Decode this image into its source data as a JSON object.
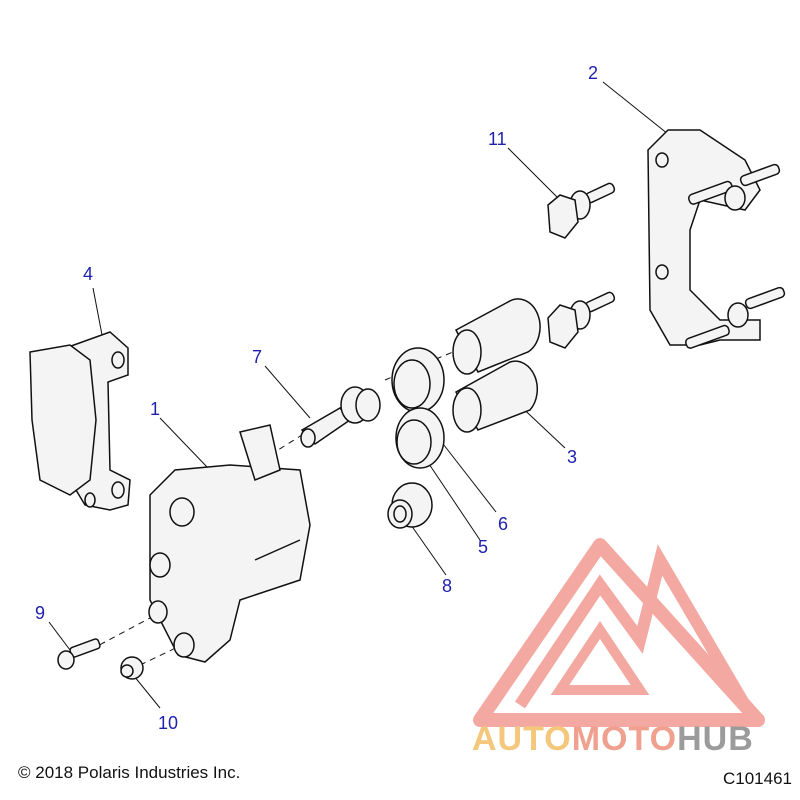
{
  "callouts": [
    "1",
    "2",
    "3",
    "4",
    "5",
    "6",
    "7",
    "8",
    "9",
    "10",
    "11"
  ],
  "copyright": "© 2018 Polaris Industries Inc.",
  "figure_id": "C101461",
  "watermark": {
    "part_a": "AUTO",
    "part_b": "MOTO",
    "part_c": "HUB"
  },
  "colors": {
    "callout": "#1f1fb0",
    "line": "#111111",
    "part_fill": "#f4f4f4",
    "watermark_red": "#f08c84",
    "watermark_gold": "#f4c77a",
    "watermark_gray": "#9b9b9b"
  }
}
